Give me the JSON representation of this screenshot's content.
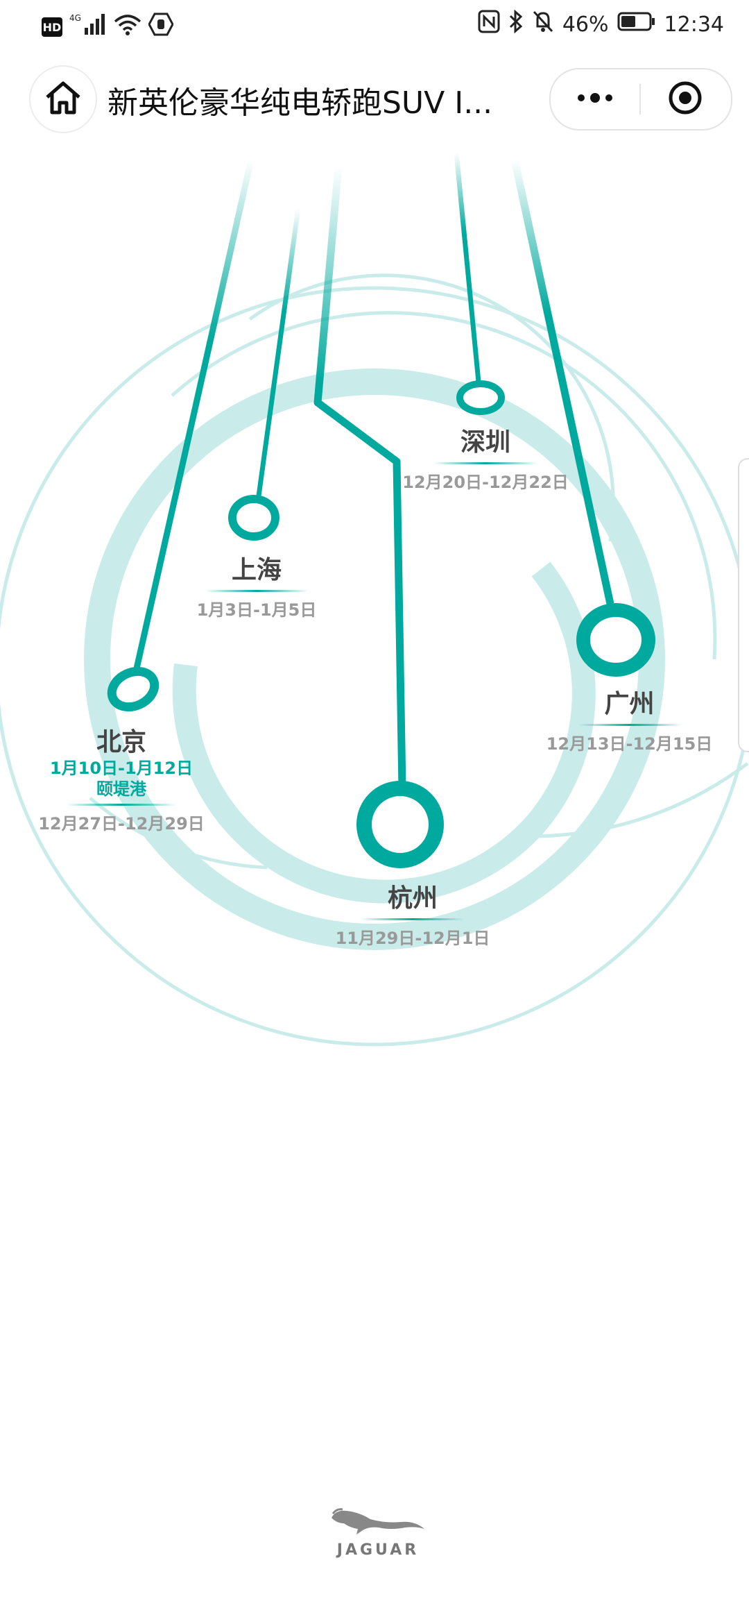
{
  "status_bar": {
    "left_badge": "HD",
    "network": "4G",
    "battery": "46%",
    "time": "12:34"
  },
  "header": {
    "title": "新英伦豪华纯电轿跑SUV I..."
  },
  "cities": {
    "beijing": {
      "name": "北京",
      "extra_date": "1月10日-1月12日",
      "extra_venue": "颐堤港",
      "date": "12月27日-12月29日"
    },
    "shanghai": {
      "name": "上海",
      "date": "1月3日-1月5日"
    },
    "shenzhen": {
      "name": "深圳",
      "date": "12月20日-12月22日"
    },
    "guangzhou": {
      "name": "广州",
      "date": "12月13日-12月15日"
    },
    "hangzhou": {
      "name": "杭州",
      "date": "11月29日-12月1日"
    }
  },
  "brand": {
    "wordmark": "JAGUAR"
  },
  "colors": {
    "accent": "#00a99d",
    "ring_light": "#c9ecea",
    "text_muted": "#999999"
  }
}
